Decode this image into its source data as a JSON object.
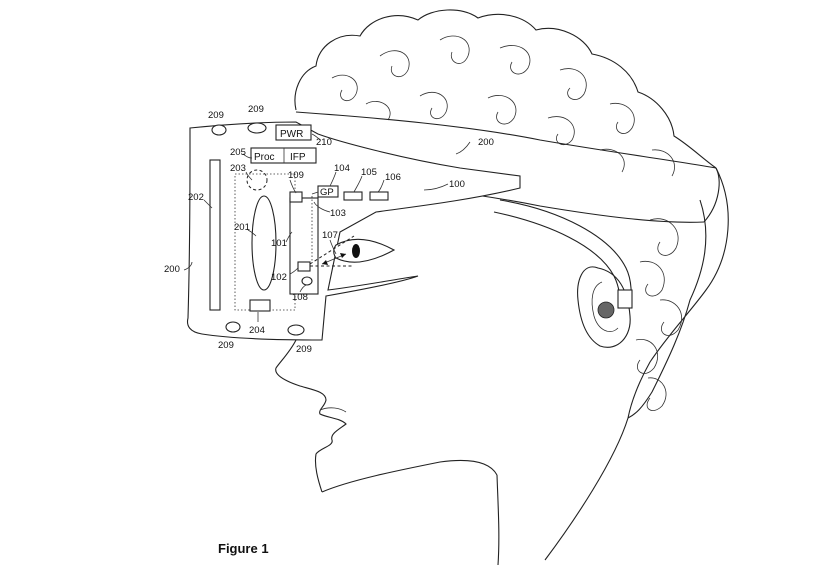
{
  "caption": "Figure 1",
  "boxes": {
    "pwr": "PWR",
    "proc": "Proc",
    "ifp": "IFP",
    "gp": "GP"
  },
  "labels": {
    "l200_top": "200",
    "l200_left": "200",
    "l100": "100",
    "l101": "101",
    "l102": "102",
    "l103": "103",
    "l104": "104",
    "l105": "105",
    "l106": "106",
    "l107": "107",
    "l108": "108",
    "l109": "109",
    "l201": "201",
    "l202": "202",
    "l203": "203",
    "l204": "204",
    "l205": "205",
    "l209_tl": "209",
    "l209_tm": "209",
    "l209_bl": "209",
    "l209_bm": "209",
    "l210": "210"
  }
}
